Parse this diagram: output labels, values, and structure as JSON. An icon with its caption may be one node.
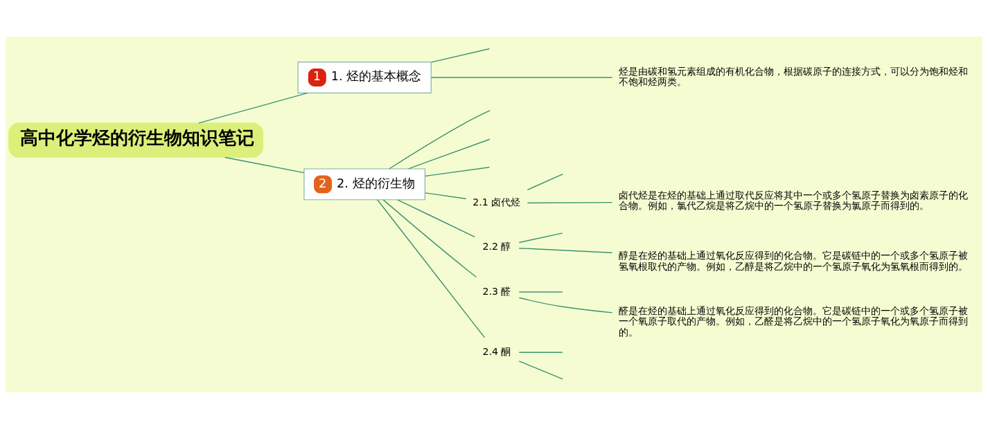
{
  "diagram": {
    "nodes": [
      {
        "text": [
          "高中化学烃的衍生物知识笔记"
        ]
      },
      {
        "text": [
          "1",
          "1. 烃的基本概念"
        ]
      },
      {
        "text": [
          "烃是由碳和氢元素组成的有机化合物，根据碳原子的连接方式，可以分为饱和烃和不饱和烃两类。"
        ]
      },
      {
        "text": [
          "2",
          "2. 烃的衍生物"
        ]
      },
      {
        "text": [
          "2.1 卤代烃"
        ]
      },
      {
        "text": [
          "卤代烃是在烃的基础上通过取代反应将其中一个或多个氢原子替换为卤素原子的化合物。例如，氯代乙烷是将乙烷中的一个氢原子替换为氯原子而得到的。"
        ]
      },
      {
        "text": [
          "2.2 醇"
        ]
      },
      {
        "text": [
          "醇是在烃的基础上通过氧化反应得到的化合物。它是碳链中的一个或多个氢原子被氢氧根取代的产物。例如，乙醇是将乙烷中的一个氢原子氧化为氢氧根而得到的。"
        ]
      },
      {
        "text": [
          "2.3 醛"
        ]
      },
      {
        "text": [
          "醛是在烃的基础上通过氧化反应得到的化合物。它是碳链中的一个或多个氢原子被一个氧原子取代的产物。例如，乙醛是将乙烷中的一个氢原子氧化为氧原子而得到的。"
        ]
      },
      {
        "text": [
          "2.4 酮"
        ]
      }
    ],
    "edges": [
      {
        "from": 0,
        "to": 1,
        "arrow": "none"
      },
      {
        "from": 0,
        "to": 3,
        "arrow": "none"
      },
      {
        "from": 1,
        "to": null,
        "arrow": "none"
      },
      {
        "from": 1,
        "to": 2,
        "arrow": "none"
      },
      {
        "from": 3,
        "to": 4,
        "arrow": "none"
      },
      {
        "from": 3,
        "to": 6,
        "arrow": "none"
      },
      {
        "from": 3,
        "to": 8,
        "arrow": "none"
      },
      {
        "from": 3,
        "to": 10,
        "arrow": "none"
      },
      {
        "from": 3,
        "to": null,
        "arrow": "none"
      },
      {
        "from": 3,
        "to": null,
        "arrow": "none"
      },
      {
        "from": 3,
        "to": null,
        "arrow": "none"
      },
      {
        "from": 4,
        "to": null,
        "arrow": "none"
      },
      {
        "from": 4,
        "to": 5,
        "arrow": "none"
      },
      {
        "from": 6,
        "to": null,
        "arrow": "none"
      },
      {
        "from": 6,
        "to": 7,
        "arrow": "none"
      },
      {
        "from": 8,
        "to": null,
        "arrow": "none"
      },
      {
        "from": 8,
        "to": 9,
        "arrow": "none"
      },
      {
        "from": 10,
        "to": null,
        "arrow": "none"
      },
      {
        "from": 10,
        "to": null,
        "arrow": "none"
      }
    ]
  }
}
